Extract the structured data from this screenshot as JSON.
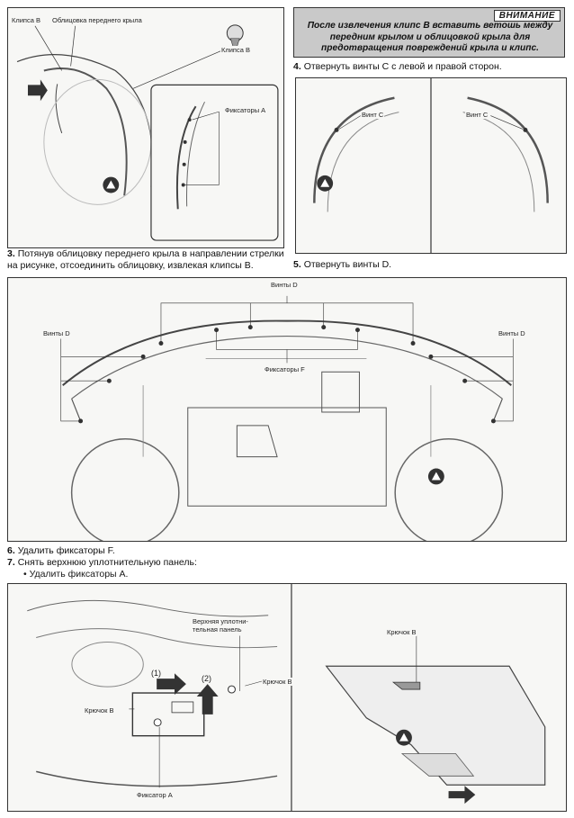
{
  "fig1": {
    "label_clip_b_left": "Клипса B",
    "label_front_fender_lining": "Облицовка переднего крыла",
    "label_clip_b_right": "Клипса B",
    "label_fixators_a": "Фиксаторы A"
  },
  "warning": {
    "tag": "ВНИМАНИЕ",
    "text": "После извлечения клипс B вставить ветошь между передним крылом и облицовкой крыла для предотвращения повреждений крыла и клипс."
  },
  "step4": {
    "number": "4.",
    "text": "Отвернуть винты C с левой и правой сторон."
  },
  "fig2": {
    "label_screw_c_left": "Винт C",
    "label_screw_c_right": "Винт C"
  },
  "step3": {
    "number": "3.",
    "text": "Потянув облицовку переднего крыла в направлении стрелки на рисунке, отсоединить облицовку, извлекая клипсы B."
  },
  "step5": {
    "number": "5.",
    "text": "Отвернуть винты D."
  },
  "fig3": {
    "label_screws_d_top": "Винты D",
    "label_screws_d_left": "Винты D",
    "label_screws_d_right": "Винты D",
    "label_fixators_f": "Фиксаторы F"
  },
  "step6": {
    "number": "6.",
    "text": "Удалить фиксаторы F."
  },
  "step7": {
    "number": "7.",
    "text": "Снять верхнюю уплотнительную панель:"
  },
  "step7_bullet": {
    "symbol": "•",
    "text": "Удалить фиксаторы A."
  },
  "fig4": {
    "label_upper_seal_panel": "Верхняя уплотни-\nтельная панель",
    "label_step1": "(1)",
    "label_step2": "(2)",
    "label_hook_b_right": "Крючок B",
    "label_hook_b_left": "Крючок B",
    "label_fixator_a": "Фиксатор A",
    "label_hook_b_detail": "Крючок B"
  }
}
